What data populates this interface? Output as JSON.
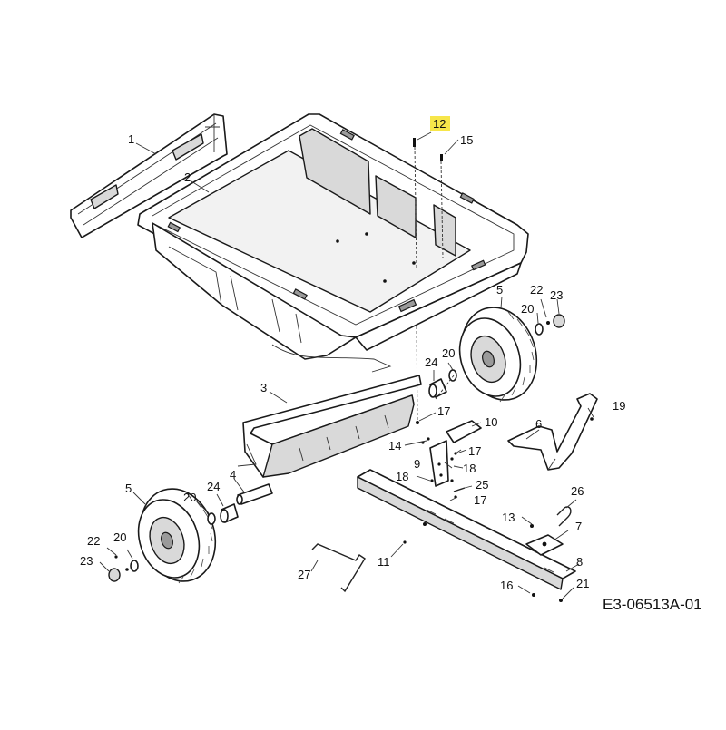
{
  "diagram": {
    "code": "E3-06513A-01",
    "highlight": "12",
    "labels": {
      "1": "1",
      "2": "2",
      "3": "3",
      "4": "4",
      "5a": "5",
      "5b": "5",
      "6": "6",
      "7": "7",
      "8": "8",
      "9": "9",
      "10": "10",
      "11": "11",
      "12": "12",
      "13": "13",
      "14": "14",
      "15": "15",
      "16": "16",
      "17a": "17",
      "17b": "17",
      "17c": "17",
      "18a": "18",
      "18b": "18",
      "19": "19",
      "20a": "20",
      "20b": "20",
      "20c": "20",
      "20d": "20",
      "21": "21",
      "22a": "22",
      "22b": "22",
      "23a": "23",
      "23b": "23",
      "24a": "24",
      "24b": "24",
      "25": "25",
      "26": "26",
      "27": "27"
    },
    "colors": {
      "highlight": "#f7e64a",
      "ink": "#111111",
      "fill": "#ffffff",
      "shade": "#d9d9d9"
    }
  }
}
